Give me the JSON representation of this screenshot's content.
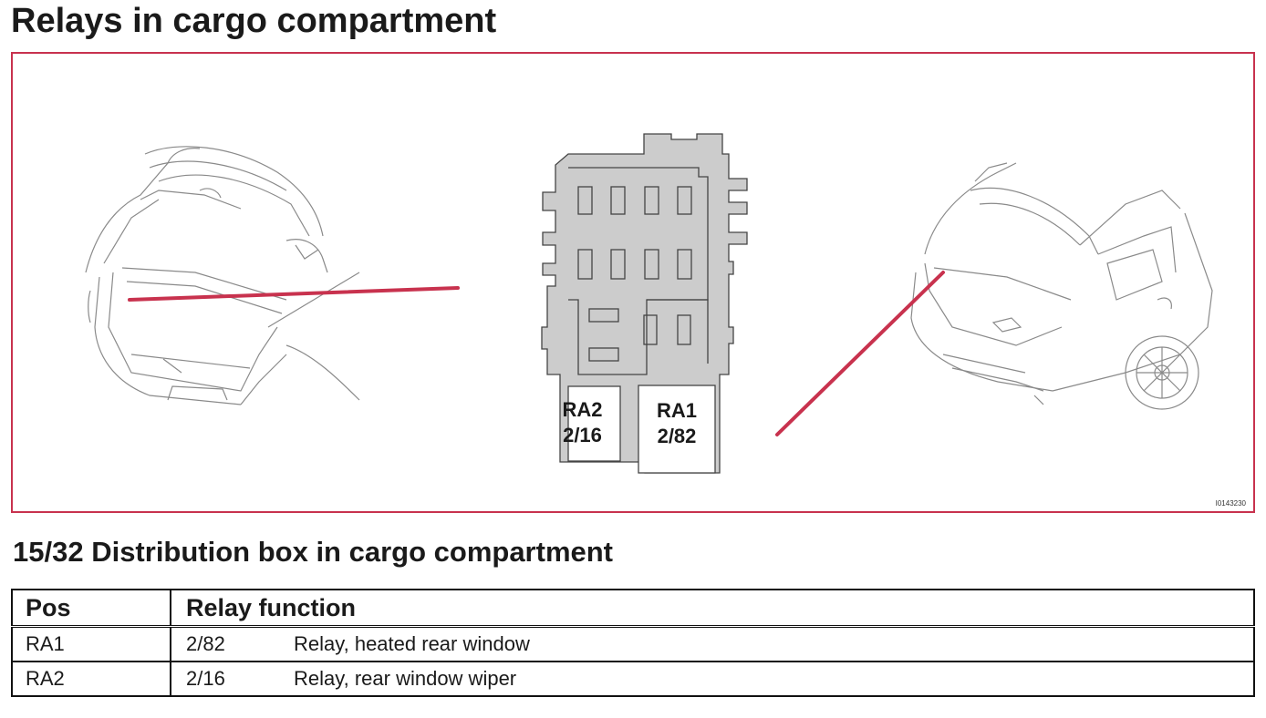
{
  "page_title": "Relays in cargo compartment",
  "figure": {
    "figure_id": "I0143230",
    "relay_boxes": [
      {
        "id": "RA2",
        "code": "2/16"
      },
      {
        "id": "RA1",
        "code": "2/82"
      }
    ],
    "colors": {
      "frame": "#c8324e",
      "pointer_line": "#c8324e",
      "box_fill": "#cccccc"
    }
  },
  "section_title": "15/32 Distribution box in cargo compartment",
  "table": {
    "headers": {
      "pos": "Pos",
      "function": "Relay function"
    },
    "rows": [
      {
        "pos": "RA1",
        "code": "2/82",
        "desc": "Relay, heated rear window"
      },
      {
        "pos": "RA2",
        "code": "2/16",
        "desc": "Relay, rear window wiper"
      }
    ]
  }
}
